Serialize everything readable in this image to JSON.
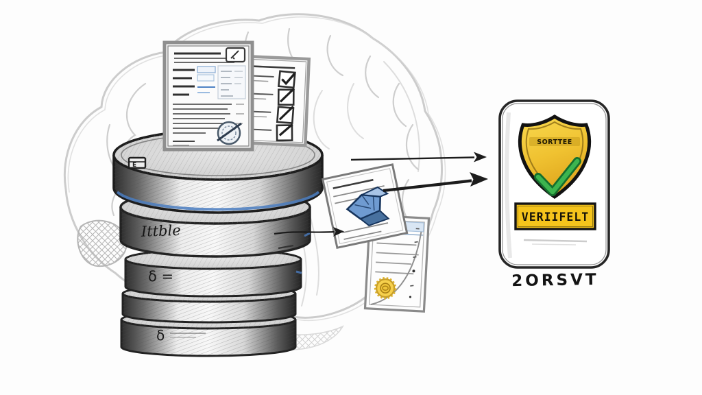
{
  "illustration_title": "hand-drawn sketch: brain, database stack of verified documents, and trust badge",
  "database": {
    "disk1_label": "E",
    "disk2_label": "Ittble",
    "disk3_label": "δ =",
    "disk5_label": "δ"
  },
  "badge": {
    "shield_text": "SORTTEE",
    "banner_text": "VERIIFELT",
    "caption": "2ORSVT"
  },
  "colors": {
    "gold": "#f5c41c",
    "gold_dark": "#c9a02a",
    "green": "#3cb54f",
    "green_dark": "#156f2d",
    "blue": "#4a7cc0",
    "blue_light": "#d9e6f4",
    "pencil": "#c6c6c6",
    "ink": "#1c1c1c"
  },
  "icons": {
    "brain": "pencil-brain-outline",
    "database": "five-disk-cylinder-stack",
    "form_document": "form-with-stamp-and-seal",
    "checklist_document": "checklist-with-checked-boxes",
    "package": "blue-3d-package",
    "certificate": "certificate-with-gold-seal",
    "shield": "gold-shield-with-green-checkmark",
    "arrows": "three-black-arrows-pointing-right"
  }
}
